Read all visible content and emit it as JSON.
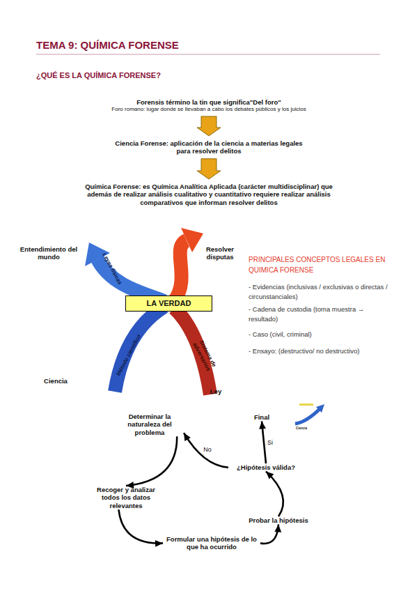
{
  "diagram": {
    "title": "TEMA 9: QUÍMICA FORENSE",
    "nodes": [
      {
        "text": [
          "Forensis término la tin que significa\"Del foro\"",
          "Foro romano: lugar donde se llevaban a cabo los debates públicos y los juicios"
        ]
      },
      {
        "text": [
          "Ciencia Forense: aplicación de la ciencia a materias legales para resolver delitos"
        ]
      },
      {
        "text": [
          "Química Forense: es Química Analítica Aplicada (carácter multidisciplinar) que además de realizar análisis cualitativo y cuantitativo requiere realizar análisis comparativos que informan resolver delitos"
        ]
      },
      {
        "text": [
          "LA VERDAD"
        ]
      },
      {
        "text": [
          "Determinar la naturaleza del problema"
        ]
      },
      {
        "text": [
          "Final"
        ]
      },
      {
        "text": [
          "¿Hipótesis válida?"
        ]
      },
      {
        "text": [
          "Recoger y analizar todos los datos relevantes"
        ]
      },
      {
        "text": [
          "Probar la hipótesis"
        ]
      },
      {
        "text": [
          "Formular una hipótesis de lo que ha ocurrido"
        ]
      }
    ],
    "edges": [
      {
        "from": 0,
        "to": 1,
        "arrow": "to"
      },
      {
        "from": 1,
        "to": 2,
        "arrow": "to"
      },
      {
        "from": 6,
        "to": 5,
        "label": "Si",
        "arrow": "to"
      },
      {
        "from": 6,
        "to": 4,
        "label": "No",
        "arrow": "to"
      },
      {
        "from": 4,
        "to": 7,
        "arrow": "to"
      },
      {
        "from": 7,
        "to": 9,
        "arrow": "to"
      },
      {
        "from": 9,
        "to": 8,
        "arrow": "to"
      },
      {
        "from": 8,
        "to": 6,
        "arrow": "to"
      }
    ],
    "labels": [
      "¿QUÉ ES LA QUÍMICA FORENSE?",
      "Entendimiento del mundo",
      "Leyes físicas",
      "Resolver disputas",
      "Ciencia",
      "Método científico",
      "Sistema de adversarios",
      "Ley",
      "PRINCIPALES CONCEPTOS LEGALES EN QUIMICA FORENSE",
      "- Evidencias (inclusivas / exclusivas o directas / circunstanciales)",
      "- Cadena de custodia (toma muestra → resultado)",
      "- Caso (civil, criminal)",
      "- Ensayo: (destructivo/ no destructivo)",
      "Ciencia"
    ]
  }
}
